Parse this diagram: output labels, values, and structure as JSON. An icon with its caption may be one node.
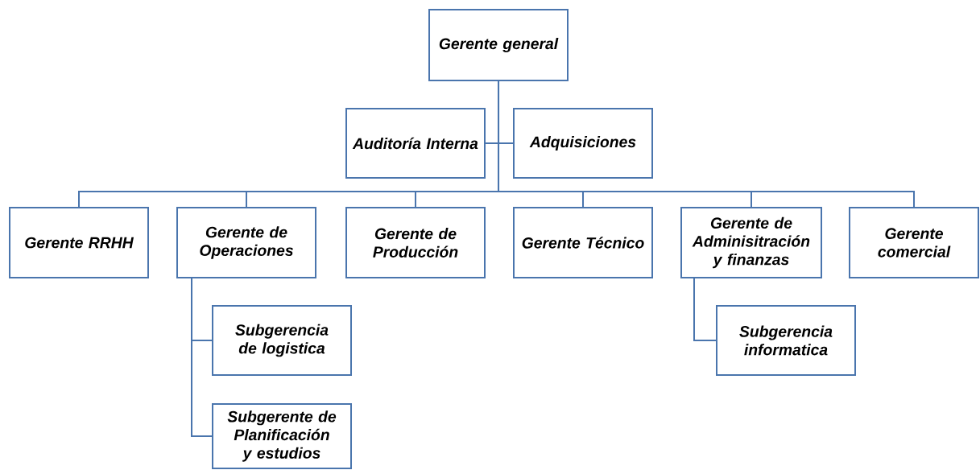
{
  "diagram": {
    "nodes": [
      {
        "text": [
          "Gerente general"
        ]
      },
      {
        "text": [
          "Auditoría Interna"
        ]
      },
      {
        "text": [
          "Adquisiciones"
        ]
      },
      {
        "text": [
          "Gerente RRHH"
        ]
      },
      {
        "text": [
          "Gerente de Operaciones"
        ]
      },
      {
        "text": [
          "Gerente de Producción"
        ]
      },
      {
        "text": [
          "Gerente Técnico"
        ]
      },
      {
        "text": [
          "Gerente de Adminisitración y finanzas"
        ]
      },
      {
        "text": [
          "Gerente comercial"
        ]
      },
      {
        "text": [
          "Subgerencia de logistica"
        ]
      },
      {
        "text": [
          "Subgerente de Planificación y estudios"
        ]
      },
      {
        "text": [
          "Subgerencia informatica"
        ]
      }
    ],
    "edges": [
      {
        "from": 0,
        "to": 1,
        "arrow": "none"
      },
      {
        "from": 0,
        "to": 2,
        "arrow": "none"
      },
      {
        "from": 0,
        "to": 3,
        "arrow": "none"
      },
      {
        "from": 0,
        "to": 4,
        "arrow": "none"
      },
      {
        "from": 0,
        "to": 5,
        "arrow": "none"
      },
      {
        "from": 0,
        "to": 6,
        "arrow": "none"
      },
      {
        "from": 0,
        "to": 7,
        "arrow": "none"
      },
      {
        "from": 0,
        "to": 8,
        "arrow": "none"
      },
      {
        "from": 4,
        "to": 9,
        "arrow": "none"
      },
      {
        "from": 4,
        "to": 10,
        "arrow": "none"
      },
      {
        "from": 7,
        "to": 11,
        "arrow": "none"
      }
    ]
  }
}
